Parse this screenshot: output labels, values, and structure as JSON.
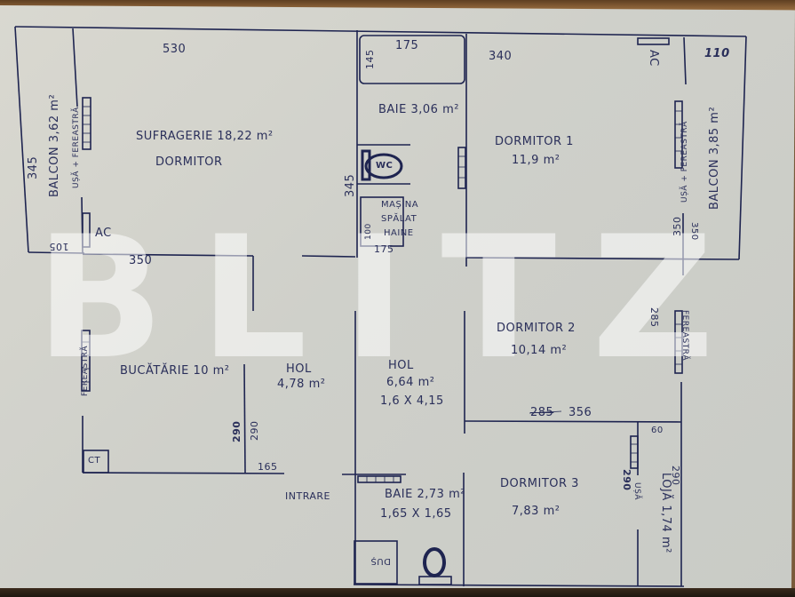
{
  "plan": {
    "watermark": "BLITZ",
    "rooms": {
      "sufragerie": {
        "name": "SUFRAGERIE 18,22 m²",
        "subtitle": "DORMITOR"
      },
      "balcon_left": {
        "name": "BALCON 3,62 m²"
      },
      "balcon_left_door": {
        "name": "UȘĂ + FEREASTRĂ"
      },
      "baie1": {
        "name": "BAIE 3,06 m²"
      },
      "wc": {
        "name": "WC"
      },
      "masina": {
        "line1": "MAȘINA",
        "line2": "SPĂLAT",
        "line3": "HAINE"
      },
      "dormitor1": {
        "name": "DORMITOR 1",
        "area": "11,9 m²"
      },
      "balcon_right": {
        "name": "BALCON 3,85 m²"
      },
      "balcon_right_door": {
        "name": "UȘĂ + FEREASTRĂ"
      },
      "bucatarie": {
        "name": "BUCĂTĂRIE 10 m²"
      },
      "bucatarie_window": {
        "name": "FEREASTRĂ"
      },
      "ct": {
        "name": "CT"
      },
      "hol1": {
        "name": "HOL",
        "area": "4,78 m²"
      },
      "hol2": {
        "name": "HOL",
        "area": "6,64 m²",
        "dims": "1,6 X 4,15"
      },
      "dormitor2": {
        "name": "DORMITOR 2",
        "area": "10,14 m²"
      },
      "dormitor2_window": {
        "name": "FEREASTRĂ"
      },
      "intrare": {
        "name": "INTRARE"
      },
      "baie2": {
        "name": "BAIE 2,73 m²",
        "dims": "1,65 X 1,65"
      },
      "dus": {
        "name": "DUȘ"
      },
      "dormitor3": {
        "name": "DORMITOR 3",
        "area": "7,83 m²"
      },
      "loja": {
        "name": "LOJĂ 1,74 m²"
      },
      "loja_door": {
        "name": "UȘĂ"
      }
    },
    "ac_labels": {
      "left": "AC",
      "top_right": "AC"
    },
    "dimensions": {
      "top_530": "530",
      "left_345": "345",
      "left_105": "105",
      "mid_350": "350",
      "baie_175_top": "175",
      "baie_145": "145",
      "baie_340": "340",
      "baie_345": "345",
      "baie_175_bottom": "175",
      "baie_100": "100",
      "right_110": "110",
      "right_350a": "350",
      "right_350b": "350",
      "right_285": "285",
      "dorm2_285_struck": "285",
      "dorm2_356": "356",
      "buc_290a": "290",
      "buc_290b": "290",
      "buc_165": "165",
      "loja_60": "60",
      "loja_290": "290",
      "dorm3_290": "290"
    }
  }
}
